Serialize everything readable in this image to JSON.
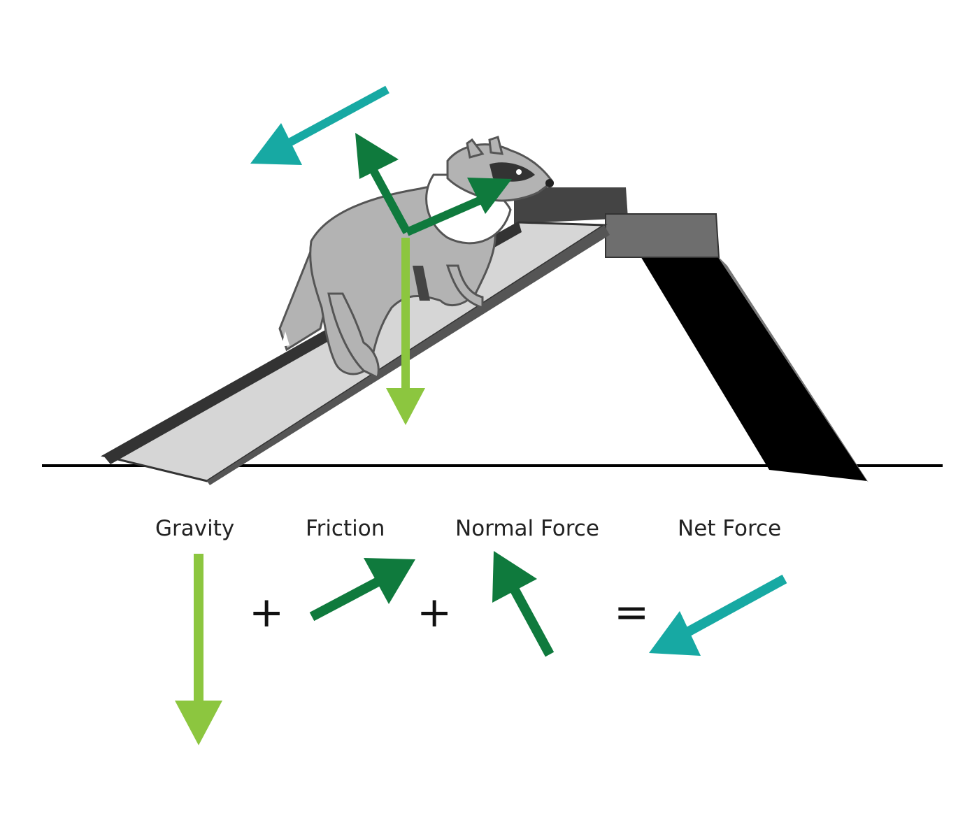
{
  "labels": {
    "gravity": "Gravity",
    "friction": "Friction",
    "normal": "Normal Force",
    "net": "Net Force"
  },
  "operators": {
    "plus_1": "+",
    "plus_2": "+",
    "equals": "="
  },
  "colors": {
    "gravity": "#8cc63f",
    "friction": "#0f7a3d",
    "normal": "#0f7a3d",
    "net": "#17a9a3",
    "ramp_top": "#d6d6d6",
    "ramp_dark": "#333333",
    "platform": "#6e6e6e",
    "support": "#000000",
    "ground": "#000000",
    "animal_body": "#b3b3b3",
    "animal_outline": "#555555"
  }
}
